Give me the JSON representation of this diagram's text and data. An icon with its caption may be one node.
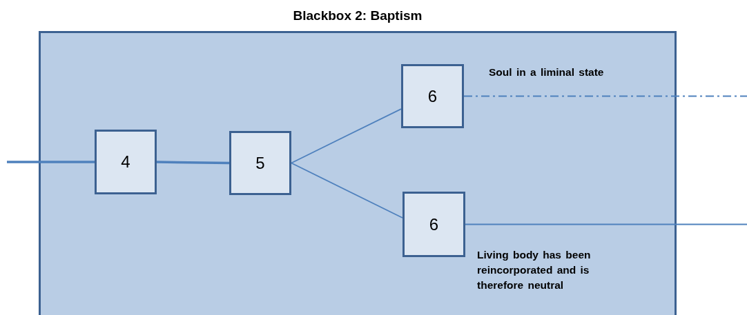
{
  "diagram": {
    "nodes": [
      {
        "text": [
          "Blackbox 2: Baptism"
        ]
      },
      {
        "text": [
          "4"
        ],
        "in": 0
      },
      {
        "text": [
          "5"
        ],
        "in": 0
      },
      {
        "text": [
          "6"
        ],
        "in": 0,
        "beside": [
          "Soul in a liminal state"
        ]
      },
      {
        "text": [
          "6"
        ],
        "in": 0,
        "beside": [
          "Living body has been reincorporated and is therefore neutral"
        ]
      }
    ],
    "edges": [
      {
        "from": null,
        "to": 1,
        "arrow": "none",
        "style": "thick"
      },
      {
        "from": 1,
        "to": 2,
        "arrow": "none",
        "style": "thick"
      },
      {
        "from": 2,
        "to": 3,
        "arrow": "none"
      },
      {
        "from": 2,
        "to": 4,
        "arrow": "none"
      },
      {
        "from": 3,
        "to": null,
        "arrow": "none",
        "style": "dashed"
      },
      {
        "from": 4,
        "to": null,
        "arrow": "none"
      }
    ]
  }
}
